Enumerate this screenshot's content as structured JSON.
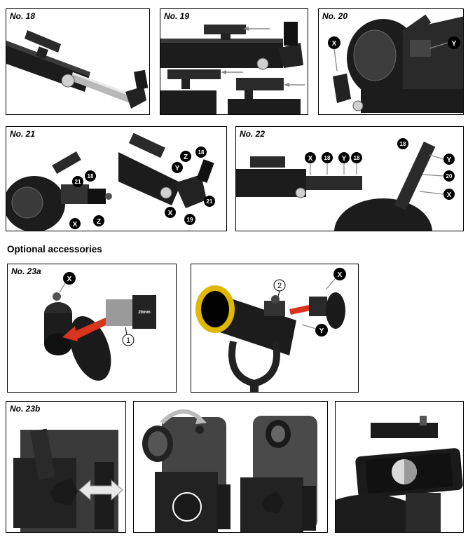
{
  "section_heading": "Optional accessories",
  "panels": {
    "p18": {
      "title": "No. 18"
    },
    "p19": {
      "title": "No. 19"
    },
    "p20": {
      "title": "No. 20",
      "labels": [
        "X",
        "Y"
      ]
    },
    "p21": {
      "title": "No. 21",
      "labels": [
        "21",
        "18",
        "X",
        "Z",
        "Z",
        "18",
        "Y",
        "21",
        "X",
        "19"
      ]
    },
    "p22": {
      "title": "No. 22",
      "labels": [
        "X",
        "18",
        "Y",
        "18",
        "18",
        "Y",
        "20",
        "X"
      ]
    },
    "p23a_left": {
      "title": "No. 23a",
      "labels": [
        "X",
        "1"
      ],
      "eyepiece_brand": "20mm"
    },
    "p23a_right": {
      "labels": [
        "X",
        "2",
        "Y"
      ]
    },
    "p23b": {
      "title": "No. 23b"
    }
  }
}
